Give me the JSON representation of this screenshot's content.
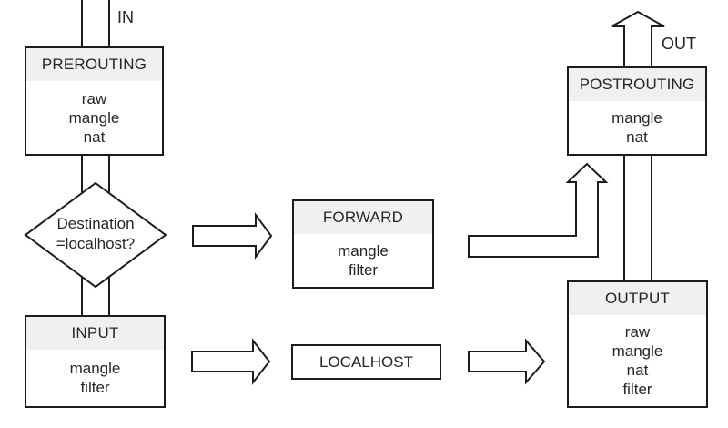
{
  "diagram": {
    "labels": {
      "in": "IN",
      "out": "OUT"
    },
    "decision": {
      "line1": "Destination",
      "line2": "=localhost?"
    },
    "boxes": {
      "prerouting": {
        "title": "PREROUTING",
        "items": [
          "raw",
          "mangle",
          "nat"
        ]
      },
      "forward": {
        "title": "FORWARD",
        "items": [
          "mangle",
          "filter"
        ]
      },
      "input": {
        "title": "INPUT",
        "items": [
          "mangle",
          "filter"
        ]
      },
      "postrouting": {
        "title": "POSTROUTING",
        "items": [
          "mangle",
          "nat"
        ]
      },
      "output": {
        "title": "OUTPUT",
        "items": [
          "raw",
          "mangle",
          "nat",
          "filter"
        ]
      },
      "localhost": {
        "title": "LOCALHOST"
      }
    },
    "colors": {
      "border": "#1c1c1c",
      "header_bg": "#f0f0f0",
      "box_bg": "#ffffff",
      "text": "#262626"
    }
  }
}
